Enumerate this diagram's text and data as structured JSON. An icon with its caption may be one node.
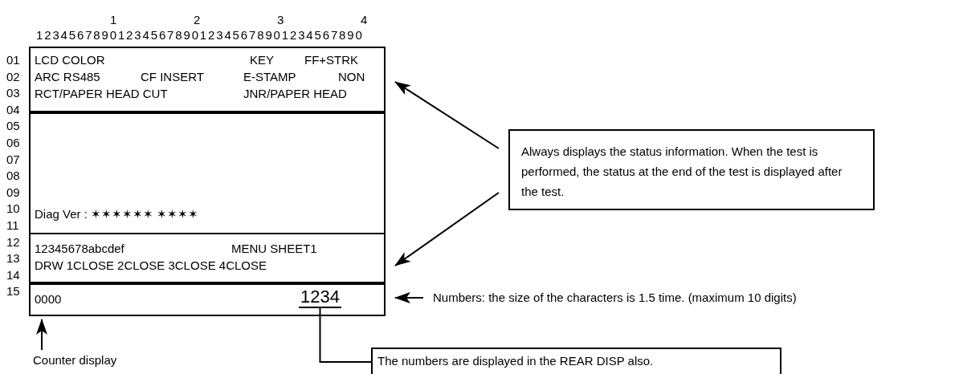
{
  "diagram": {
    "nodes": [
      {
        "text": [
          "LCD COLOR",
          "KEY",
          "FF+STRK",
          "ARC RS485",
          "CF INSERT",
          "E-STAMP",
          "NON",
          "RCT/PAPER HEAD CUT",
          "JNR/PAPER HEAD"
        ]
      },
      {
        "text": [
          "Diag Ver : ✶✶✶✶✶✶ ✶✶✶✶"
        ]
      },
      {
        "text": [
          "12345678abcdef",
          "MENU SHEET1",
          "DRW 1CLOSE 2CLOSE 3CLOSE 4CLOSE"
        ]
      },
      {
        "text": [
          "0000"
        ]
      },
      {
        "text": [
          "1234"
        ],
        "in": 3
      },
      {
        "text": [
          "Always displays the status information. When the test is performed, the status at the end of the test is displayed after the test."
        ]
      },
      {
        "text": [
          "Numbers: the size of the characters is 1.5 time.  (maximum 10 digits)"
        ]
      },
      {
        "text": [
          "Counter display"
        ]
      },
      {
        "text": [
          "The numbers are displayed in the REAR DISP also."
        ]
      }
    ],
    "edges": [
      {
        "from": 5,
        "to": 0,
        "arrow": "to"
      },
      {
        "from": 5,
        "to": 2,
        "arrow": "to"
      },
      {
        "from": 6,
        "to": 3,
        "arrow": "to"
      },
      {
        "from": 7,
        "to": 3,
        "arrow": "to"
      },
      {
        "from": 8,
        "to": 4,
        "arrow": "none"
      }
    ],
    "labels": [
      "1",
      "2",
      "3",
      "4",
      "1234567890123456789012345678901234567890",
      "01",
      "02",
      "03",
      "04",
      "05",
      "06",
      "07",
      "08",
      "09",
      "10",
      "11",
      "12",
      "13",
      "14",
      "15"
    ]
  }
}
